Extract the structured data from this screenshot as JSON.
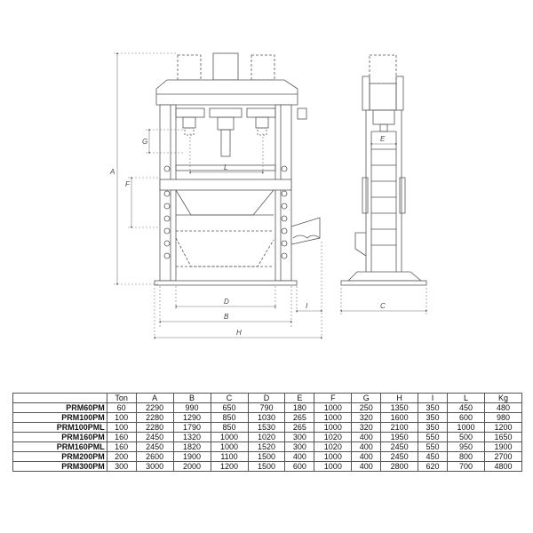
{
  "diagram": {
    "front_view": {
      "dimension_labels": {
        "A": "A",
        "G": "G",
        "F": "F",
        "L": "L",
        "D": "D",
        "B": "B",
        "H": "H",
        "I": "I"
      }
    },
    "side_view": {
      "dimension_labels": {
        "E": "E",
        "C": "C"
      }
    }
  },
  "table": {
    "headers": [
      "",
      "Ton",
      "A",
      "B",
      "C",
      "D",
      "E",
      "F",
      "G",
      "H",
      "I",
      "L",
      "Kg"
    ],
    "rows": [
      [
        "PRM60PM",
        "60",
        "2290",
        "990",
        "650",
        "790",
        "180",
        "1000",
        "250",
        "1350",
        "350",
        "450",
        "480"
      ],
      [
        "PRM100PM",
        "100",
        "2280",
        "1290",
        "850",
        "1030",
        "265",
        "1000",
        "320",
        "1600",
        "350",
        "600",
        "980"
      ],
      [
        "PRM100PML",
        "100",
        "2280",
        "1790",
        "850",
        "1530",
        "265",
        "1000",
        "320",
        "2100",
        "350",
        "1000",
        "1200"
      ],
      [
        "PRM160PM",
        "160",
        "2450",
        "1320",
        "1000",
        "1020",
        "300",
        "1020",
        "400",
        "1950",
        "550",
        "500",
        "1650"
      ],
      [
        "PRM160PML",
        "160",
        "2450",
        "1820",
        "1000",
        "1520",
        "300",
        "1020",
        "400",
        "2450",
        "550",
        "950",
        "1900"
      ],
      [
        "PRM200PM",
        "200",
        "2600",
        "1900",
        "1100",
        "1500",
        "400",
        "1000",
        "400",
        "2450",
        "450",
        "800",
        "2700"
      ],
      [
        "PRM300PM",
        "300",
        "3000",
        "2000",
        "1200",
        "1500",
        "600",
        "1000",
        "400",
        "2800",
        "620",
        "700",
        "4800"
      ]
    ]
  }
}
